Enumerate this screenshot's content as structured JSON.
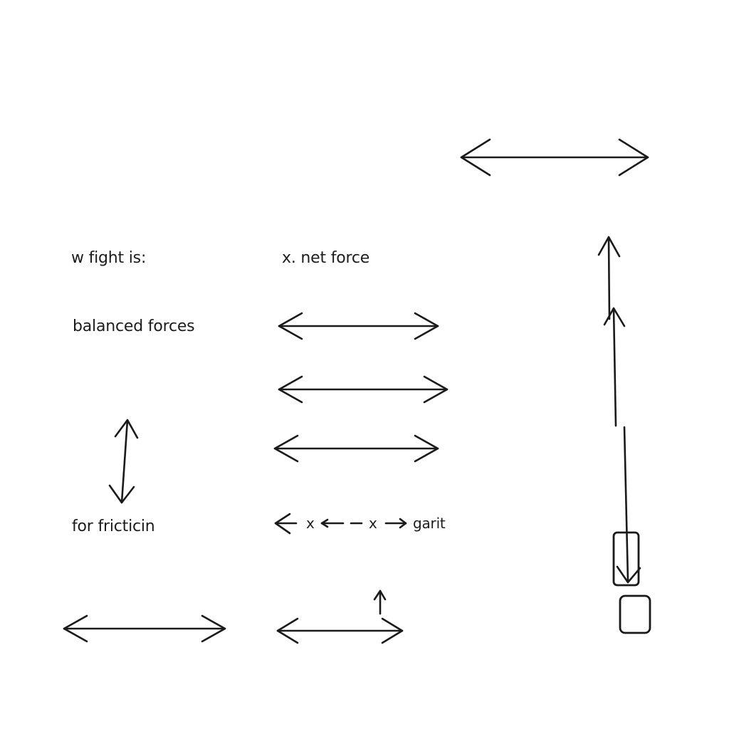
{
  "labels": {
    "weight_heading": "w fight is:",
    "net_force": "x. net force",
    "balanced": "balanced forces",
    "friction": "for fricticin",
    "gravity_row_x1": "x",
    "gravity_row_x2": "x",
    "gravity": "garit"
  },
  "icons": {
    "arrow": "double-headed-arrow-icon",
    "block": "block-icon"
  },
  "colors": {
    "ink": "#1a1a1a",
    "paper": "#ffffff"
  }
}
